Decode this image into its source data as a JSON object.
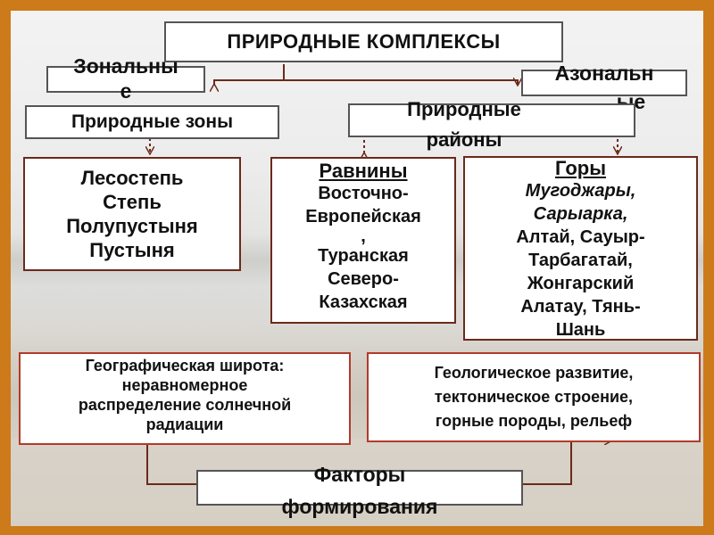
{
  "diagram": {
    "title": "ПРИРОДНЫЕ КОМПЛЕКСЫ",
    "zonal": {
      "line1": "Зональны",
      "line2": "е"
    },
    "azonal": {
      "line1": "Азональн",
      "line2": "ые"
    },
    "natural_zones": "Природные зоны",
    "natural_regions": {
      "line1": "Природные",
      "line2": "районы"
    },
    "zones_list": [
      "Лесостепь",
      "Степь",
      "Полупустыня",
      "Пустыня"
    ],
    "plains": {
      "header": "Равнины",
      "items": [
        "Восточно-",
        "Европейская",
        ",",
        "Туранская",
        "Северо-",
        "Казахская"
      ]
    },
    "mountains": {
      "header": "Горы",
      "italic_items": [
        "Мугоджары,",
        "Сарыарка,"
      ],
      "items": [
        "Алтай, Сауыр-",
        "Тарбагатай,",
        "Жонгарский",
        "Алатау, Тянь-",
        "Шань"
      ]
    },
    "factor_left": [
      "Географическая широта:",
      "неравномерное",
      "распределение солнечной",
      "радиации"
    ],
    "factor_right": [
      "Геологическое развитие,",
      "тектоническое строение,",
      "горные породы, рельеф"
    ],
    "factors": {
      "line1": "Факторы",
      "line2": "формирования"
    }
  },
  "colors": {
    "frame": "#cc7a1a",
    "connector": "#6b2a1a",
    "factor_border": "#b23a2a"
  }
}
